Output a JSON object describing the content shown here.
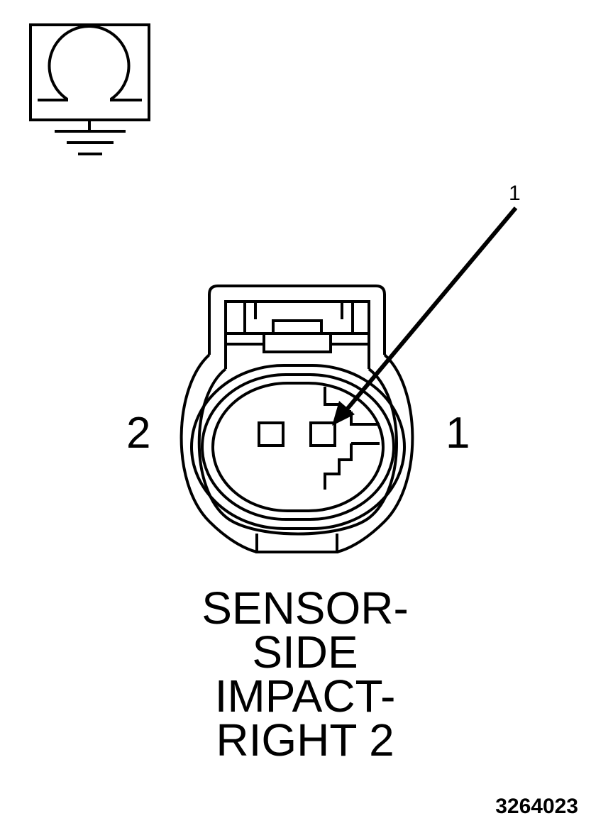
{
  "symbol": {
    "icon": "ohm-ground-icon",
    "glyph": "Ω"
  },
  "connector": {
    "pin_labels": {
      "left": "2",
      "right": "1"
    },
    "callout": "1"
  },
  "title_lines": [
    "SENSOR-",
    "SIDE",
    "IMPACT-",
    "RIGHT 2"
  ],
  "figure_id": "3264023"
}
